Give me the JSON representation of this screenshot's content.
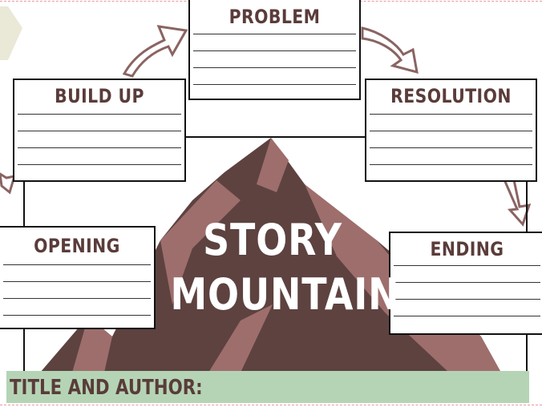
{
  "boxes": {
    "problem": "PROBLEM",
    "build_up": "BUILD UP",
    "resolution": "RESOLUTION",
    "opening": "OPENING",
    "ending": "ENDING"
  },
  "heading": {
    "line1": "STORY",
    "line2": "MOUNTAIN"
  },
  "title_bar": {
    "label": "TITLE AND AUTHOR:"
  },
  "colors": {
    "mountain_dark": "#5d4240",
    "mountain_light": "#9e6e6c",
    "title_bar": "#b5d4b5",
    "text": "#5a3c3a",
    "arrow": "#8a6462"
  }
}
